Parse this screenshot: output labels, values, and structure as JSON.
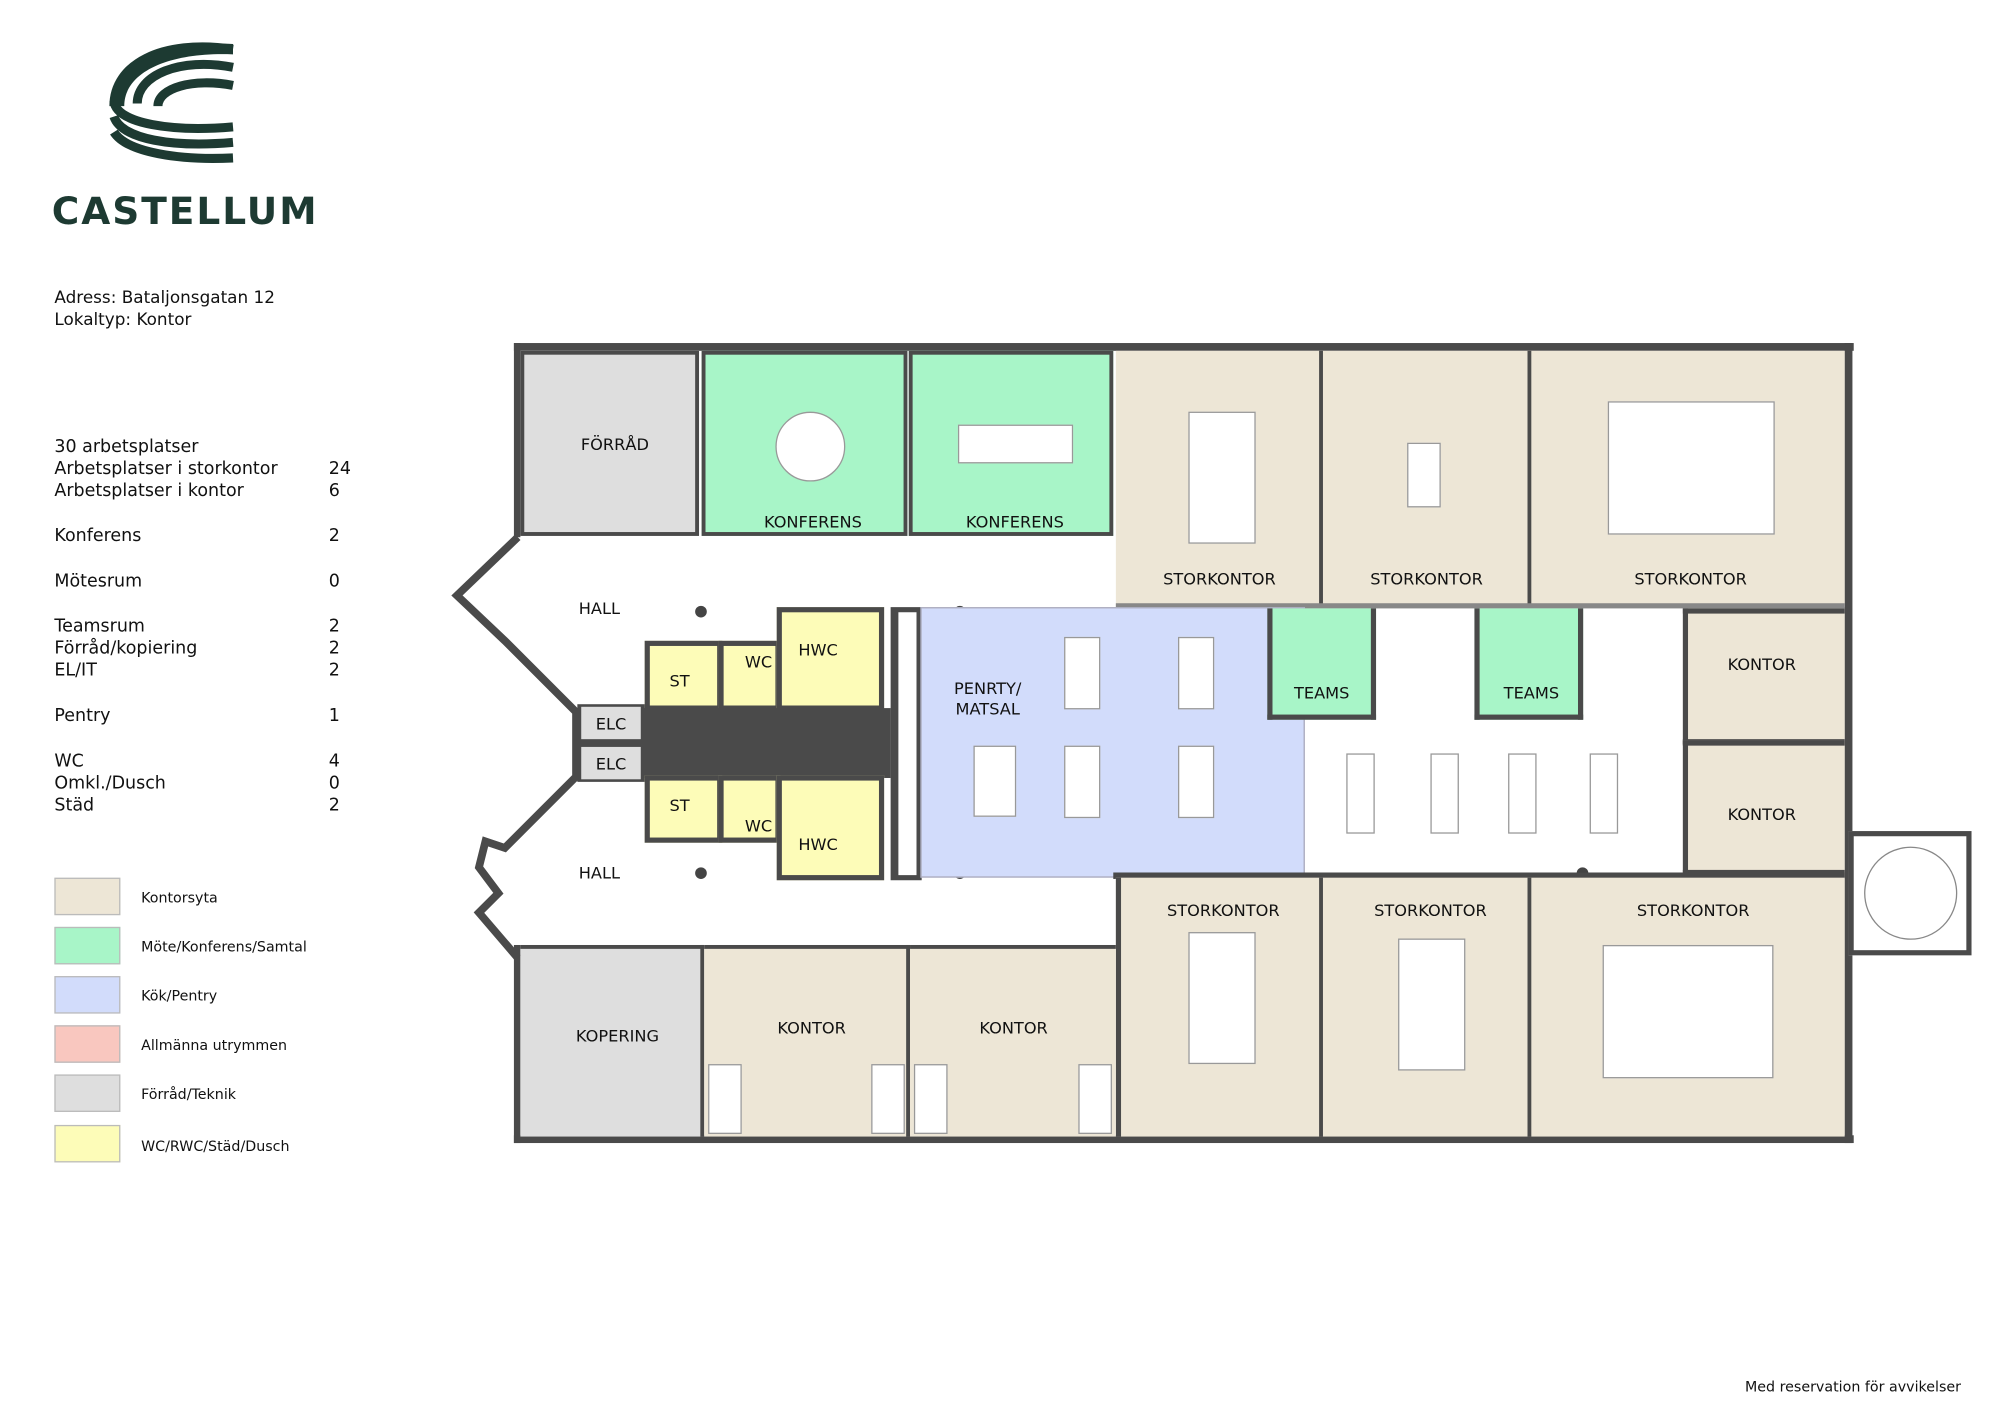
{
  "brand": {
    "name": "CASTELLUM",
    "color": "#1d3a32"
  },
  "info": {
    "address": "Adress: Bataljonsgatan 12",
    "type": "Lokaltyp: Kontor"
  },
  "summary": {
    "total": "30 arbetsplatser",
    "rows": [
      {
        "label": "Arbetsplatser i storkontor",
        "value": "24"
      },
      {
        "label": "Arbetsplatser i kontor",
        "value": "6"
      },
      {
        "label": "Konferens",
        "value": "2"
      },
      {
        "label": "Mötesrum",
        "value": "0"
      },
      {
        "label": "Teamsrum",
        "value": "2"
      },
      {
        "label": "Förråd/kopiering",
        "value": "2"
      },
      {
        "label": "EL/IT",
        "value": "2"
      },
      {
        "label": "Pentry",
        "value": "1"
      },
      {
        "label": "WC",
        "value": "4"
      },
      {
        "label": "Omkl./Dusch",
        "value": "0"
      },
      {
        "label": "Städ",
        "value": "2"
      }
    ]
  },
  "legend": [
    {
      "label": "Kontorsyta",
      "color": "#ede6d6"
    },
    {
      "label": "Möte/Konferens/Samtal",
      "color": "#a8f5c8"
    },
    {
      "label": "Kök/Pentry",
      "color": "#d2dcfb"
    },
    {
      "label": "Allmänna utrymmen",
      "color": "#f9c7bf"
    },
    {
      "label": "Förråd/Teknik",
      "color": "#dedede"
    },
    {
      "label": "WC/RWC/Städ/Dusch",
      "color": "#fdfcb8"
    }
  ],
  "rooms": {
    "forrad": "FÖRRÅD",
    "konferens1": "KONFERENS",
    "konferens2": "KONFERENS",
    "stor1": "STORKONTOR",
    "stor2": "STORKONTOR",
    "stor3": "STORKONTOR",
    "stor4": "STORKONTOR",
    "stor5": "STORKONTOR",
    "stor6": "STORKONTOR",
    "hall1": "HALL",
    "hall2": "HALL",
    "st1": "ST",
    "st2": "ST",
    "wc1": "WC",
    "wc2": "WC",
    "hwc1": "HWC",
    "hwc2": "HWC",
    "elc1": "ELC",
    "elc2": "ELC",
    "pentry": "PENRTY/\nMATSAL",
    "teams1": "TEAMS",
    "teams2": "TEAMS",
    "kontor1": "KONTOR",
    "kontor2": "KONTOR",
    "kontor3": "KONTOR",
    "kontor4": "KONTOR",
    "kopering": "KOPERING"
  },
  "footer": "Med reservation för avvikelser"
}
